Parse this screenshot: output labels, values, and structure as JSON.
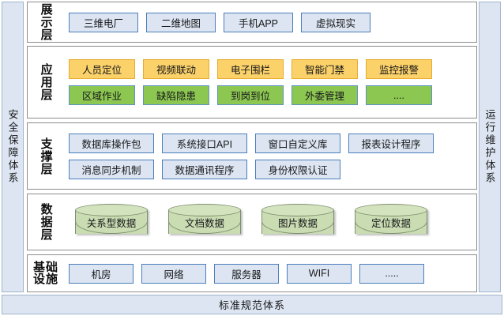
{
  "sidebars": {
    "left": {
      "label": "安全保障体系"
    },
    "right": {
      "label": "运行维护体系"
    }
  },
  "bottom_bar": {
    "label": "标准规范体系"
  },
  "colors": {
    "sidebar_fill": "#dce5f1",
    "sidebar_border": "#9fb4cc",
    "layer_border": "#8c8c8c",
    "box_blue_fill": "#dce5f1",
    "box_blue_border": "#4a7ebb",
    "box_amber_fill": "#fbd169",
    "box_amber_border": "#e8ab2e",
    "box_green_fill": "#8cc751",
    "box_green_border": "#5d93c4",
    "cylinder_fill": "#c9dcb2",
    "cylinder_border": "#7f8f70"
  },
  "layers": [
    {
      "id": "presentation",
      "label": "展示层",
      "label_style": "vertical",
      "rows": [
        {
          "items": [
            {
              "text": "三维电厂",
              "color": "blue"
            },
            {
              "text": "二维地图",
              "color": "blue"
            },
            {
              "text": "手机APP",
              "color": "blue"
            },
            {
              "text": "虚拟现实",
              "color": "blue"
            }
          ]
        }
      ]
    },
    {
      "id": "application",
      "label": "应用层",
      "label_style": "vertical",
      "rows": [
        {
          "items": [
            {
              "text": "人员定位",
              "color": "amber"
            },
            {
              "text": "视频联动",
              "color": "amber"
            },
            {
              "text": "电子围栏",
              "color": "amber"
            },
            {
              "text": "智能门禁",
              "color": "amber"
            },
            {
              "text": "监控报警",
              "color": "amber"
            }
          ]
        },
        {
          "items": [
            {
              "text": "区域作业",
              "color": "green"
            },
            {
              "text": "缺陷隐患",
              "color": "green"
            },
            {
              "text": "到岗到位",
              "color": "green"
            },
            {
              "text": "外委管理",
              "color": "green"
            },
            {
              "text": "....",
              "color": "green"
            }
          ]
        }
      ]
    },
    {
      "id": "support",
      "label": "支撑层",
      "label_style": "vertical",
      "rows": [
        {
          "items": [
            {
              "text": "数据库操作包",
              "color": "blue"
            },
            {
              "text": "系统接口API",
              "color": "blue"
            },
            {
              "text": "窗口自定义库",
              "color": "blue"
            },
            {
              "text": "报表设计程序",
              "color": "blue"
            }
          ]
        },
        {
          "items": [
            {
              "text": "消息同步机制",
              "color": "blue"
            },
            {
              "text": "数据通讯程序",
              "color": "blue"
            },
            {
              "text": "身份权限认证",
              "color": "blue"
            }
          ]
        }
      ]
    },
    {
      "id": "data",
      "label": "数据层",
      "label_style": "vertical",
      "cylinders": [
        {
          "text": "关系型数据"
        },
        {
          "text": "文档数据"
        },
        {
          "text": "图片数据"
        },
        {
          "text": "定位数据"
        }
      ]
    },
    {
      "id": "infrastructure",
      "label": "基础设施",
      "label_style": "grid",
      "label_lines": [
        "基础",
        "设施"
      ],
      "rows": [
        {
          "items": [
            {
              "text": "机房",
              "color": "blue"
            },
            {
              "text": "网络",
              "color": "blue"
            },
            {
              "text": "服务器",
              "color": "blue"
            },
            {
              "text": "WIFI",
              "color": "blue"
            },
            {
              "text": ".....",
              "color": "blue"
            }
          ]
        }
      ]
    }
  ]
}
